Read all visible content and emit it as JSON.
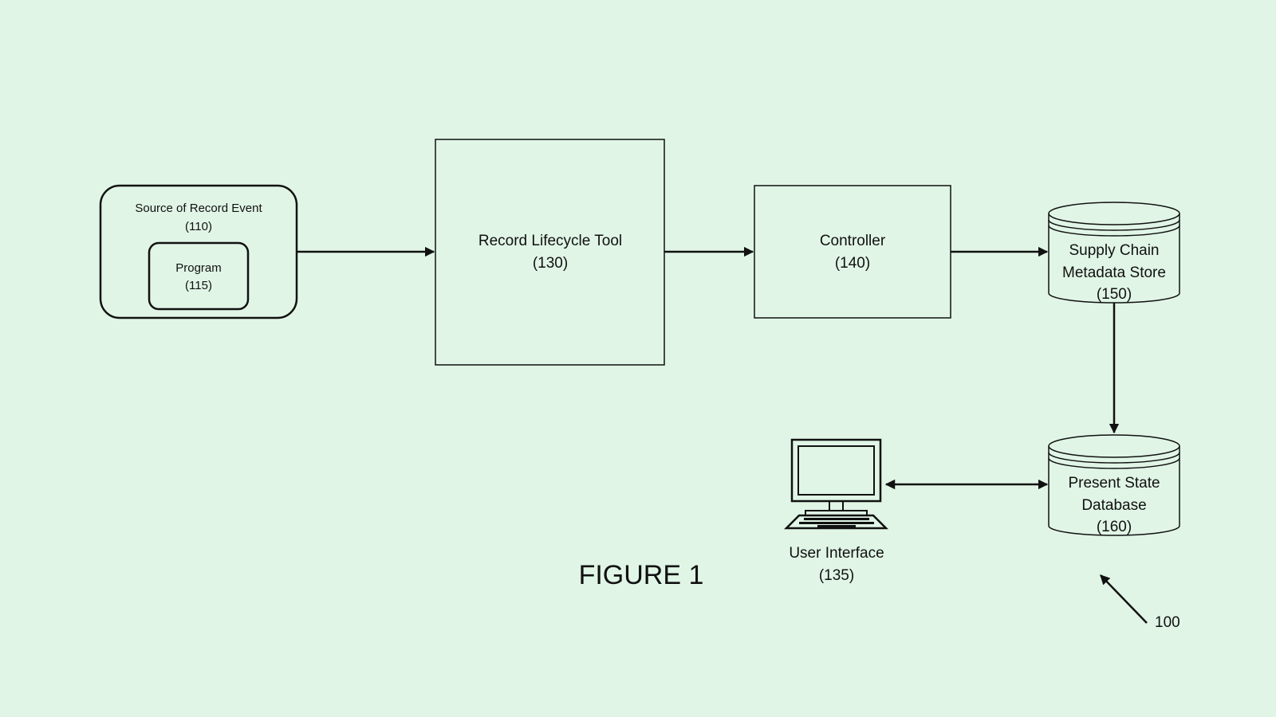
{
  "figure_label": "FIGURE 1",
  "reference_number": "100",
  "colors": {
    "background": "#e0f5e6",
    "stroke": "#111111"
  },
  "nodes": {
    "source": {
      "line1": "Source of Record Event",
      "line2": "(110)"
    },
    "program": {
      "line1": "Program",
      "line2": "(115)"
    },
    "lifecycle": {
      "line1": "Record Lifecycle Tool",
      "line2": "(130)"
    },
    "controller": {
      "line1": "Controller",
      "line2": "(140)"
    },
    "metadata_store": {
      "line1": "Supply Chain",
      "line2": "Metadata Store",
      "line3": "(150)"
    },
    "present_state": {
      "line1": "Present State",
      "line2": "Database",
      "line3": "(160)"
    },
    "user_interface": {
      "line1": "User Interface",
      "line2": "(135)",
      "icon": "computer-icon"
    }
  }
}
